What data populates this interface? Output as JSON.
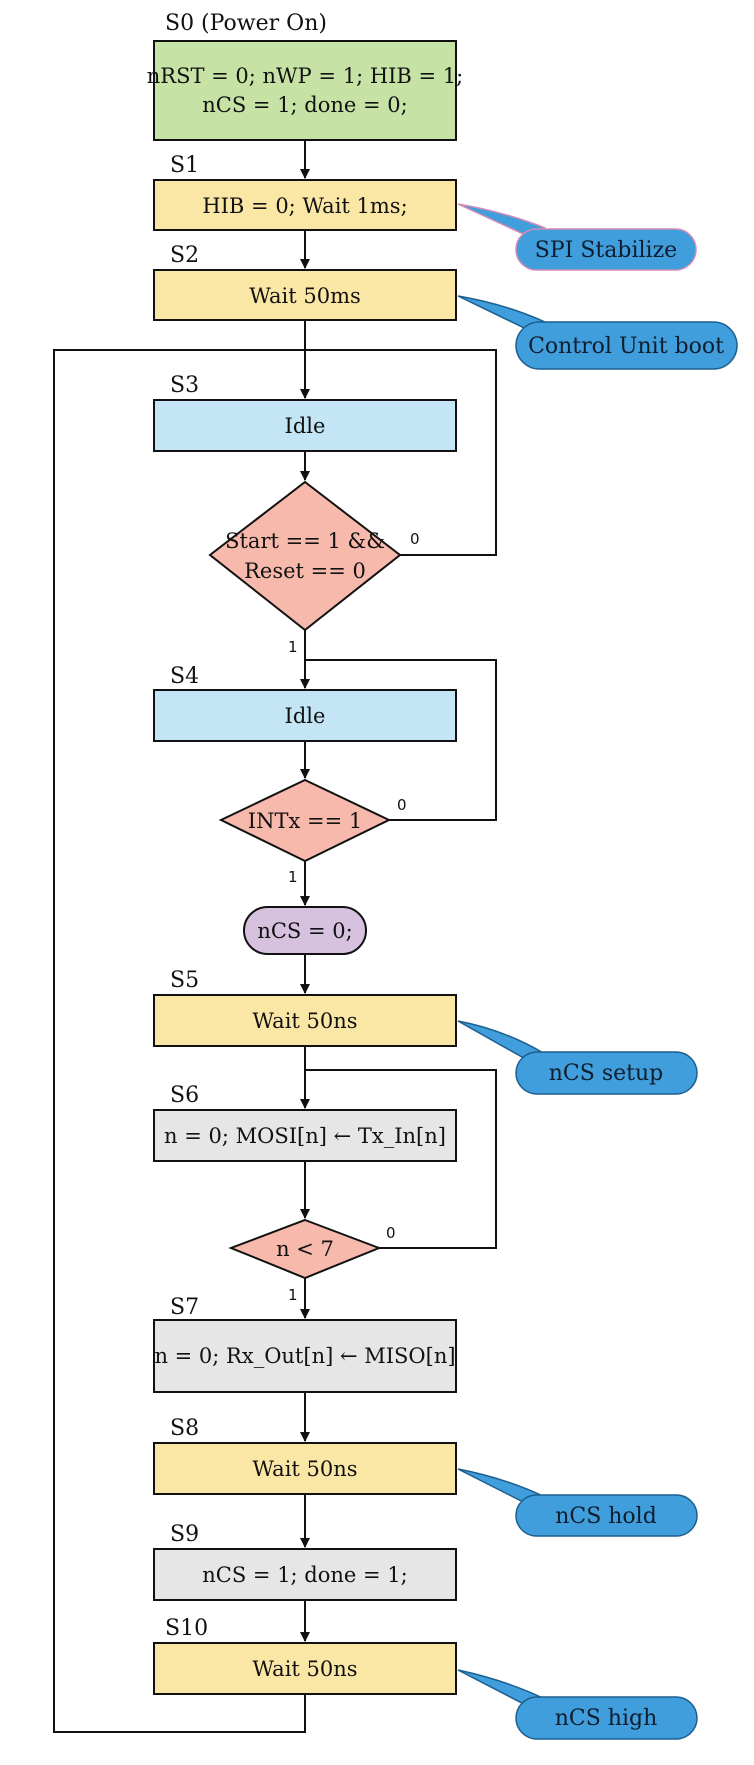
{
  "colors": {
    "power_on": "#c6e3a5",
    "wait": "#fbe7a5",
    "idle": "#c4e5f5",
    "decision": "#f8b9ad",
    "terminal": "#d6c1de",
    "process": "#e6e6e6",
    "callout": "#3f9edb",
    "stroke": "#111111"
  },
  "states": {
    "s0": {
      "label": "S0 (Power On)",
      "line1": "nRST = 0; nWP = 1; HIB = 1;",
      "line2": "nCS = 1; done = 0;"
    },
    "s1": {
      "label": "S1",
      "text": "HIB = 0; Wait 1ms;"
    },
    "s2": {
      "label": "S2",
      "text": "Wait 50ms"
    },
    "s3": {
      "label": "S3",
      "text": "Idle"
    },
    "s4": {
      "label": "S4",
      "text": "Idle"
    },
    "s5": {
      "label": "S5",
      "text": "Wait 50ns"
    },
    "s6": {
      "label": "S6",
      "text": "n = 0; MOSI[n] ← Tx_In[n]"
    },
    "s7": {
      "label": "S7",
      "text": "n = 0; Rx_Out[n] ← MISO[n]"
    },
    "s8": {
      "label": "S8",
      "text": "Wait 50ns"
    },
    "s9": {
      "label": "S9",
      "text": "nCS = 1; done = 1;"
    },
    "s10": {
      "label": "S10",
      "text": "Wait 50ns"
    }
  },
  "decisions": {
    "d1": {
      "line1": "Start == 1 &&",
      "line2": "Reset == 0",
      "no": "0",
      "yes": "1"
    },
    "d2": {
      "text": "INTx == 1",
      "no": "0",
      "yes": "1"
    },
    "d3": {
      "text": "n < 7",
      "no": "0",
      "yes": "1"
    }
  },
  "terminal": {
    "text": "nCS = 0;"
  },
  "callouts": {
    "c1": "SPI Stabilize",
    "c2": "Control Unit boot",
    "c3": "nCS setup",
    "c4": "nCS hold",
    "c5": "nCS high"
  }
}
